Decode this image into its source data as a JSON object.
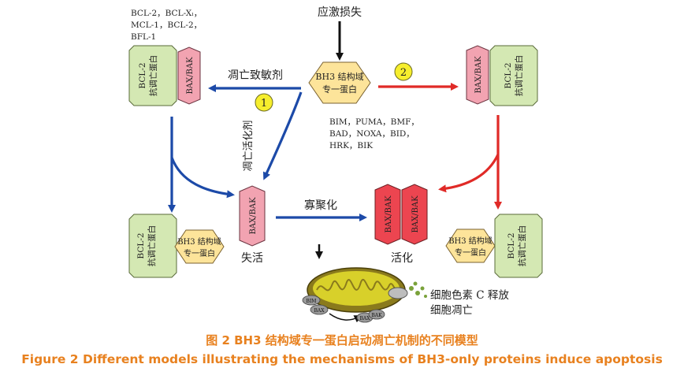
{
  "top_signal": "应激损失",
  "bcl2_family_list": [
    "BCL-2，BCL-Xₗ，",
    "MCL-1，BCL-2，",
    "BFL-1"
  ],
  "bcl2_label": [
    "BCL-2",
    "抗调亡蛋白"
  ],
  "baxbak_label": "BAX/BAK",
  "bh3_label": [
    "BH3 结构域",
    "专一蛋白"
  ],
  "bh3_list": [
    "BIM，PUMA，BMF，",
    "BAD，NOXA，BID，",
    "HRK，BIK"
  ],
  "sensitizer_label": "凋亡致敏剂",
  "activator_label": "凋亡活化剂",
  "step1": "1",
  "step2": "2",
  "oligomerization_label": "寡聚化",
  "inactive_label": "失活",
  "active_label": "活化",
  "cytc_release": "细胞色素 C 释放",
  "apoptosis": "细胞凋亡",
  "mito_bim": "BIM",
  "mito_bax": "BAX",
  "mito_bak": "BAK",
  "caption_zh": "图 2  BH3 结构域专一蛋白启动凋亡机制的不同模型",
  "caption_en": "Figure 2  Different models illustrating the mechanisms of BH3-only proteins induce apoptosis",
  "colors": {
    "green_fill": "#d4e8b3",
    "pink_fill": "#f2a3b1",
    "red_fill": "#ec4550",
    "yellow_fill": "#fde49a",
    "blue_arrow": "#1c4aa8",
    "red_arrow": "#e02a27",
    "caption": "#e8811f",
    "badge": "#f6ee2d"
  }
}
